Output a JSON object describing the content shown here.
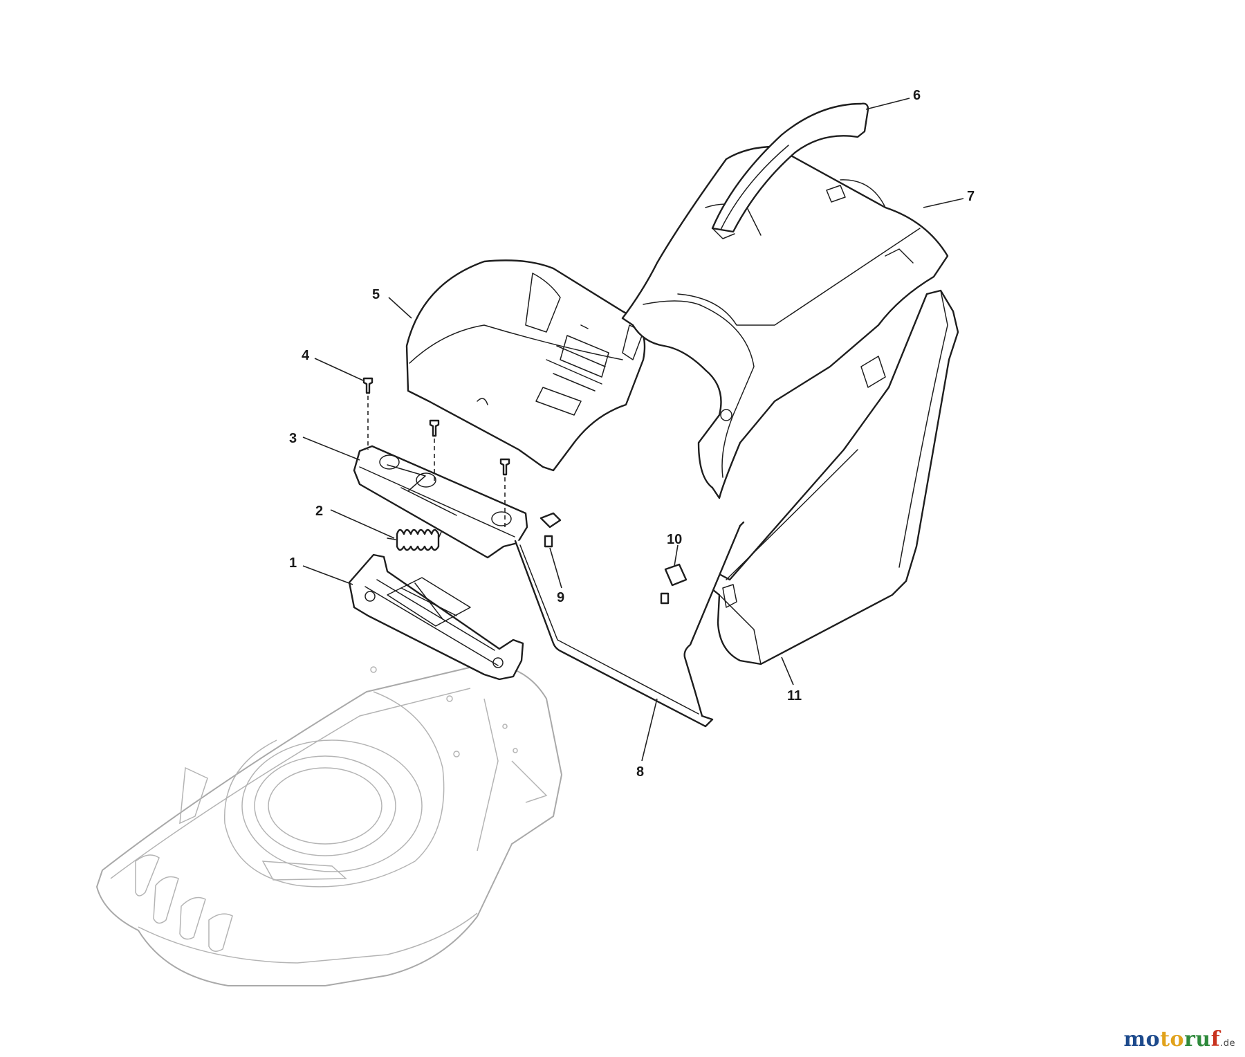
{
  "callouts": [
    {
      "id": "1",
      "label": "1"
    },
    {
      "id": "2",
      "label": "2"
    },
    {
      "id": "3",
      "label": "3"
    },
    {
      "id": "4",
      "label": "4"
    },
    {
      "id": "5",
      "label": "5"
    },
    {
      "id": "6",
      "label": "6"
    },
    {
      "id": "7",
      "label": "7"
    },
    {
      "id": "8",
      "label": "8"
    },
    {
      "id": "9",
      "label": "9"
    },
    {
      "id": "10",
      "label": "10"
    },
    {
      "id": "11",
      "label": "11"
    }
  ],
  "watermark": {
    "part1": "mo",
    "part2": "to",
    "part3": "ru",
    "part4": "f",
    "tld": ".de"
  },
  "colors": {
    "line": "#1e1e1e",
    "deck": "#a9a9a9",
    "brand_blue": "#1d4a8c",
    "brand_orange": "#e1a21b",
    "brand_green": "#2f8a3c",
    "brand_red": "#c8321e"
  }
}
